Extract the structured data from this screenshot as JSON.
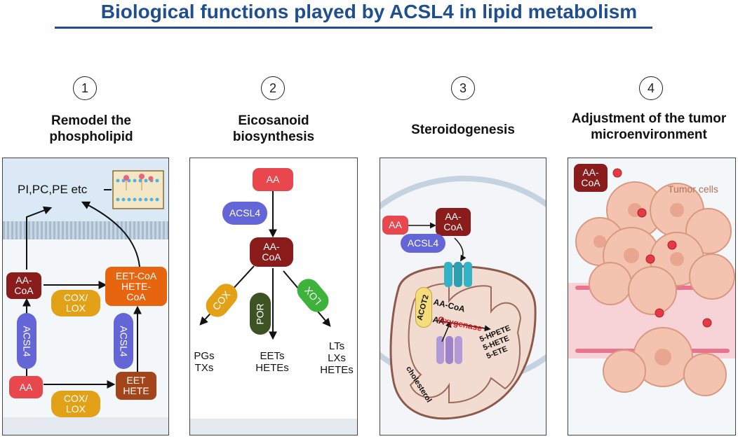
{
  "title": "Biological functions played by ACSL4 in lipid metabolism",
  "colors": {
    "title": "#1f4f8f",
    "aa": "#e8474e",
    "aacoa": "#8b1c1c",
    "acsl4": "#6466d8",
    "cox": "#e3a118",
    "eet": "#e8650f",
    "eet_hete": "#a3441a",
    "por": "#3e5324",
    "lox": "#3db33c",
    "oxygenase": "#e0161b"
  },
  "sections": [
    {
      "number": "1",
      "heading_line1": "Remodel the",
      "heading_line2": "phospholipid"
    },
    {
      "number": "2",
      "heading_line1": "Eicosanoid",
      "heading_line2": "biosynthesis"
    },
    {
      "number": "3",
      "heading_line1": "Steroidogenesis",
      "heading_line2": ""
    },
    {
      "number": "4",
      "heading_line1": "Adjustment of the tumor",
      "heading_line2": "microenvironment"
    }
  ],
  "panel1": {
    "lipids": "PI,PC,PE etc",
    "aa": "AA",
    "aacoa_1": "AA-",
    "aacoa_2": "CoA",
    "acsl4_left": "ACSL4",
    "acsl4_right": "ACSL4",
    "cox_top_1": "COX/",
    "cox_top_2": "LOX",
    "cox_bottom_1": "COX/",
    "cox_bottom_2": "LOX",
    "eetcoa_1": "EET-CoA",
    "eetcoa_2": "HETE-",
    "eetcoa_3": "CoA",
    "eethete_1": "EET",
    "eethete_2": "HETE"
  },
  "panel2": {
    "aa": "AA",
    "acsl4": "ACSL4",
    "aacoa_1": "AA-",
    "aacoa_2": "CoA",
    "cox": "COX",
    "por": "POR",
    "lox": "LOX",
    "out_left_1": "PGs",
    "out_left_2": "TXs",
    "out_mid_1": "EETs",
    "out_mid_2": "HETEs",
    "out_right_1": "LTs",
    "out_right_2": "LXs",
    "out_right_3": "HETEs"
  },
  "panel3": {
    "aa": "AA",
    "acsl4": "ACSL4",
    "aacoa_1": "AA-",
    "aacoa_2": "CoA",
    "acot2": "ACOT2",
    "aacoa_inner": "AA-CoA",
    "aa_inner": "AA",
    "oxygenase": "Oxygenase",
    "p1": "5-HPETE",
    "p2": "5-HETE",
    "p3": "5-ETE",
    "cholesterol": "cholesterol"
  },
  "panel4": {
    "aacoa_1": "AA-",
    "aacoa_2": "CoA",
    "tumor": "Tumor cells"
  }
}
